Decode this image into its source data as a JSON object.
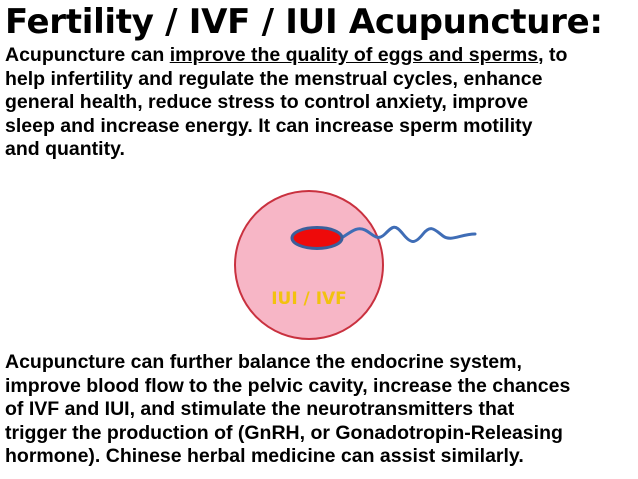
{
  "title": "Fertility / IVF / IUI Acupuncture:",
  "paragraph1": {
    "line1_prefix": "Acupuncture can ",
    "line1_link": "improve the quality of eggs and sperms",
    "line1_suffix": ", to",
    "line2": "help infertility and regulate the menstrual cycles, enhance",
    "line3": "general health, reduce stress to control anxiety, improve",
    "line4": "sleep and increase energy. It can increase sperm motility",
    "line5": "and quantity."
  },
  "illustration": {
    "label": "IUI / IVF",
    "colors": {
      "egg_fill": "#f7b6c6",
      "egg_stroke": "#c9313f",
      "nucleus_fill": "#ee0a0a",
      "nucleus_stroke": "#3a5f9b",
      "sperm_tail": "#3f6db6",
      "label_text": "#f2c20f"
    }
  },
  "paragraph2": {
    "line1": "Acupuncture can further balance the endocrine system,",
    "line2": "improve blood flow to the pelvic cavity, increase the chances",
    "line3": "of IVF and IUI, and stimulate the neurotransmitters that",
    "line4": "trigger the production of (GnRH, or Gonadotropin-Releasing",
    "line5": "hormone). Chinese herbal medicine can assist similarly."
  }
}
